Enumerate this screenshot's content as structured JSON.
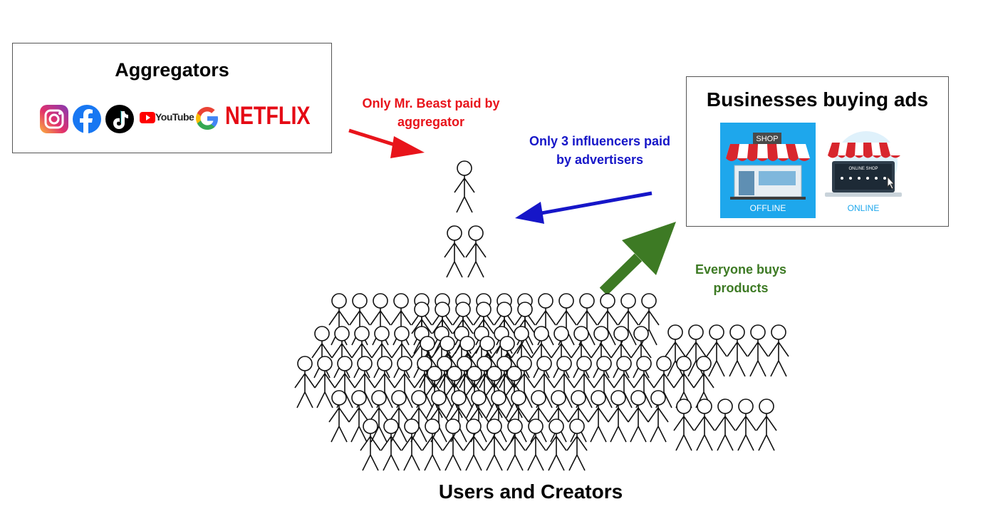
{
  "aggregators": {
    "title": "Aggregators",
    "logos": [
      "instagram-icon",
      "facebook-icon",
      "tiktok-icon",
      "youtube-icon",
      "google-icon",
      "netflix-logo"
    ],
    "youtube_text": "YouTube",
    "netflix_text": "NETFLIX"
  },
  "businesses": {
    "title": "Businesses buying ads",
    "offline_label": "OFFLINE",
    "online_label": "ONLINE",
    "shop_sign": "SHOP",
    "online_shop_sign": "ONLINE SHOP"
  },
  "annotations": {
    "mr_beast": "Only Mr. Beast paid by aggregator",
    "influencers": "Only 3 influencers paid by advertisers",
    "everyone": "Everyone buys products"
  },
  "users_title": "Users and Creators",
  "colors": {
    "red_arrow": "#e8141b",
    "blue_arrow": "#1616c8",
    "green_arrow": "#3d7a24"
  }
}
